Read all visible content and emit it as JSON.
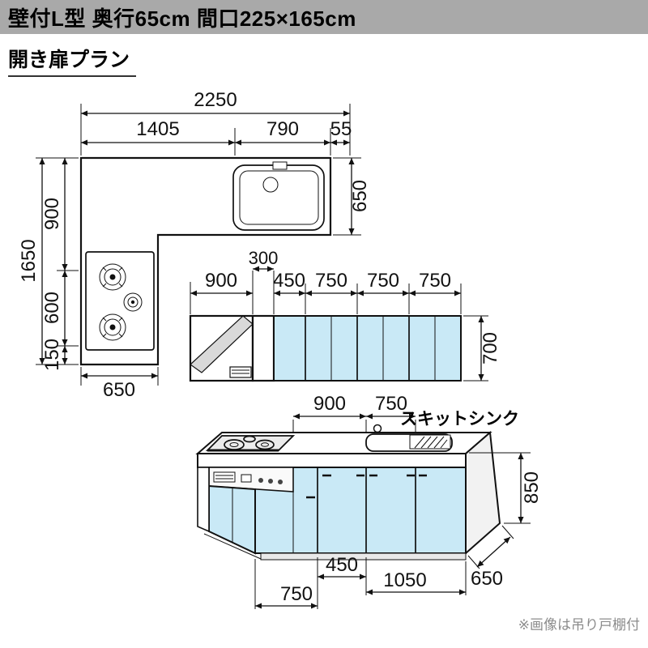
{
  "header": {
    "title": "壁付L型 奥行65cm 間口225×165cm"
  },
  "subtitle": "開き扉プラン",
  "footnote": "※画像は吊り戸棚付",
  "colors": {
    "cabinet_blue": "#c9e9f6",
    "header_gray": "#a9a9a9",
    "note_gray": "#8c8c8c",
    "line": "#111111"
  },
  "plan_view": {
    "total_width": "2250",
    "width_left": "1405",
    "width_right": "790",
    "width_gap": "55",
    "total_depth": "1650",
    "depth_top": "900",
    "depth_mid": "600",
    "depth_bottom": "150",
    "leg_width": "650",
    "counter_depth": "650"
  },
  "elevation_view": {
    "hood_width": "900",
    "filler_width": "300",
    "cab_450": "450",
    "cab_750a": "750",
    "cab_750b": "750",
    "cab_750c": "750",
    "height": "700"
  },
  "front_view": {
    "top_900": "900",
    "top_750": "750",
    "sink_name": "スキットシンク",
    "height": "850",
    "bottom_450": "450",
    "bottom_1050": "1050",
    "bottom_750": "750",
    "depth": "650"
  }
}
